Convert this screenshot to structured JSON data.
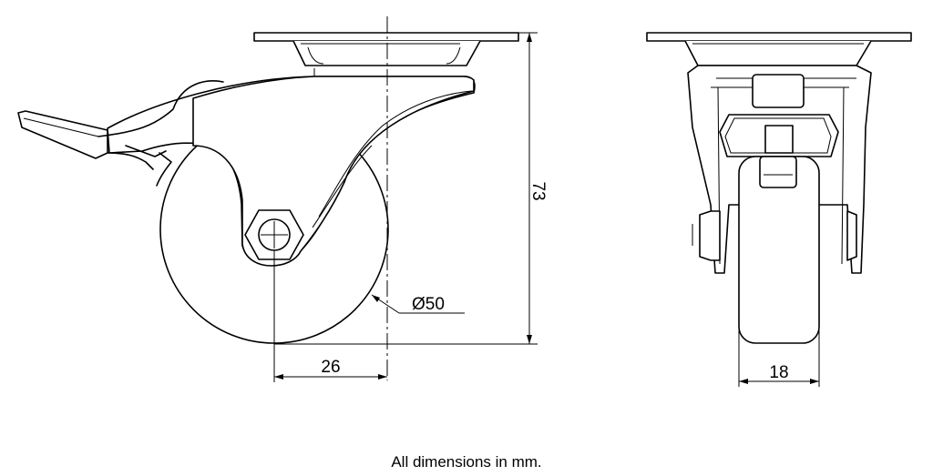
{
  "dimensions": {
    "height": "73",
    "wheel_diameter": "Ø50",
    "offset": "26",
    "wheel_width": "18"
  },
  "footnote": "All dimensions in mm."
}
